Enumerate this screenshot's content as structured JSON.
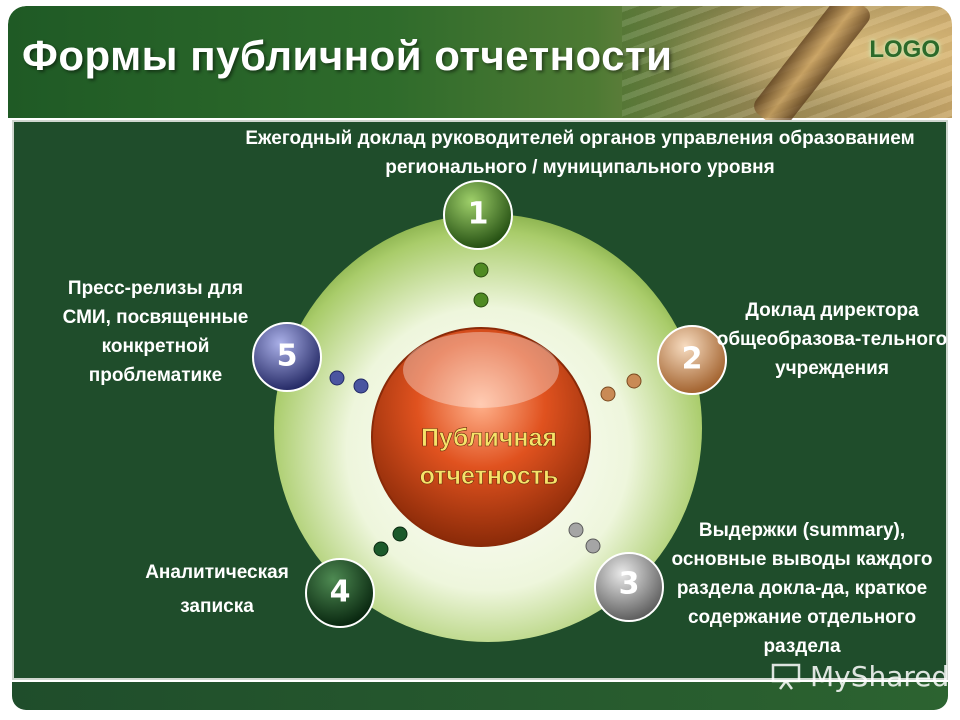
{
  "slide": {
    "title": "Формы публичной отчетности",
    "logo": "LOGO"
  },
  "diagram": {
    "center": {
      "line1": "Публичная",
      "line2": "отчетность"
    },
    "nodes": [
      {
        "number": "1",
        "label": "Ежегодный доклад руководителей органов управления образованием регионального / муниципального уровня"
      },
      {
        "number": "2",
        "label": "Доклад директора общеобразова-тельного учреждения"
      },
      {
        "number": "3",
        "label": "Выдержки (summary), основные выводы каждого раздела докла-да, краткое содержание отдельного раздела"
      },
      {
        "number": "4",
        "label": "Аналитическая записка"
      },
      {
        "number": "5",
        "label": "Пресс-релизы для СМИ, посвященные конкретной проблематике"
      }
    ],
    "colors": {
      "node1": "#2f6b1f",
      "node2": "#c58a5a",
      "node3": "#8c8c8c",
      "node4": "#123a1c",
      "node5": "#39407a",
      "center": "#c2441a",
      "ring": "#9bc05a"
    }
  },
  "watermark": {
    "text": "MyShared",
    "icon": "presentation-board-icon"
  }
}
